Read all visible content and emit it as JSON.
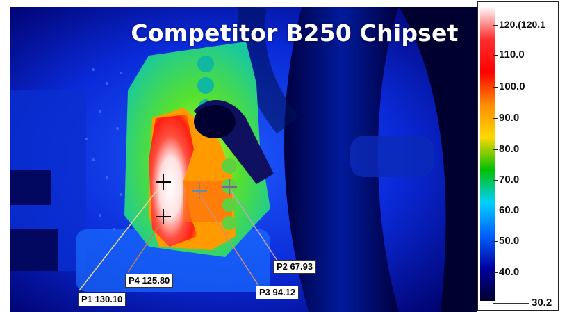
{
  "title": "Competitor B250 Chipset",
  "points": [
    {
      "id": "P1",
      "label": "P1 130.10",
      "line_color": "#e8d890"
    },
    {
      "id": "P4",
      "label": "P4 125.80",
      "line_color": "#c08050"
    },
    {
      "id": "P3",
      "label": "P3 94.12",
      "line_color": "#d09070"
    },
    {
      "id": "P2",
      "label": "P2 67.93",
      "line_color": "#c0a0d0"
    }
  ],
  "scale": {
    "max_label": "120.(120.1",
    "ticks": [
      "110.0",
      "100.0",
      "90.0",
      "80.0",
      "70.0",
      "60.0",
      "50.0",
      "40.0"
    ],
    "min_label": "30.2",
    "colors": [
      "#ffffff",
      "#ff3030",
      "#ff0000",
      "#ff8c00",
      "#ffd800",
      "#00c000",
      "#00d0ff",
      "#0060ff",
      "#0000a0",
      "#000030"
    ]
  }
}
